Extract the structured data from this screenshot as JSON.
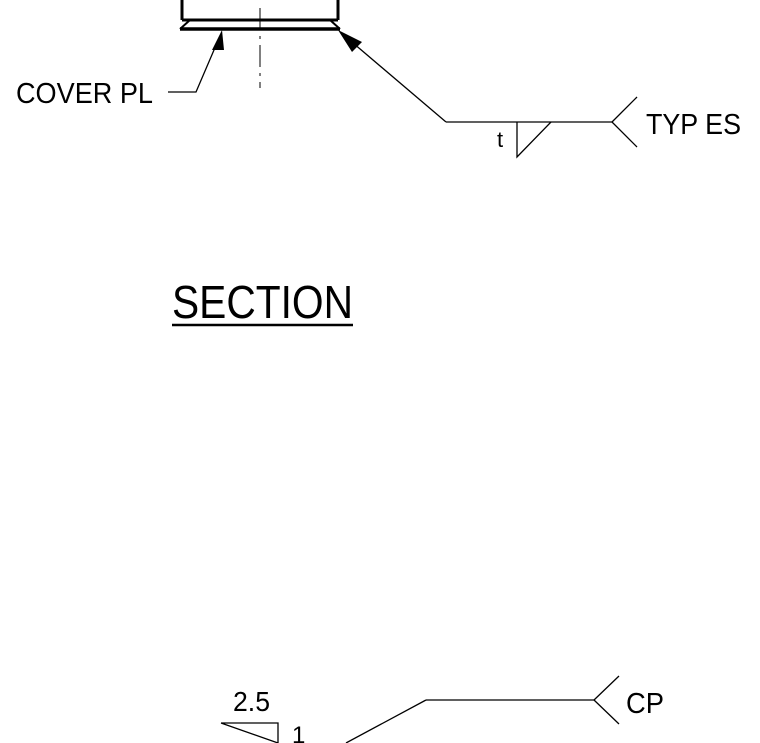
{
  "labels": {
    "cover_plate": "COVER PL",
    "typ_es": "TYP ES",
    "weld_size": "t",
    "section_title": "SECTION",
    "slope_run": "2.5",
    "slope_rise": "1",
    "cp": "CP"
  },
  "colors": {
    "line": "#000000",
    "background": "#ffffff"
  }
}
